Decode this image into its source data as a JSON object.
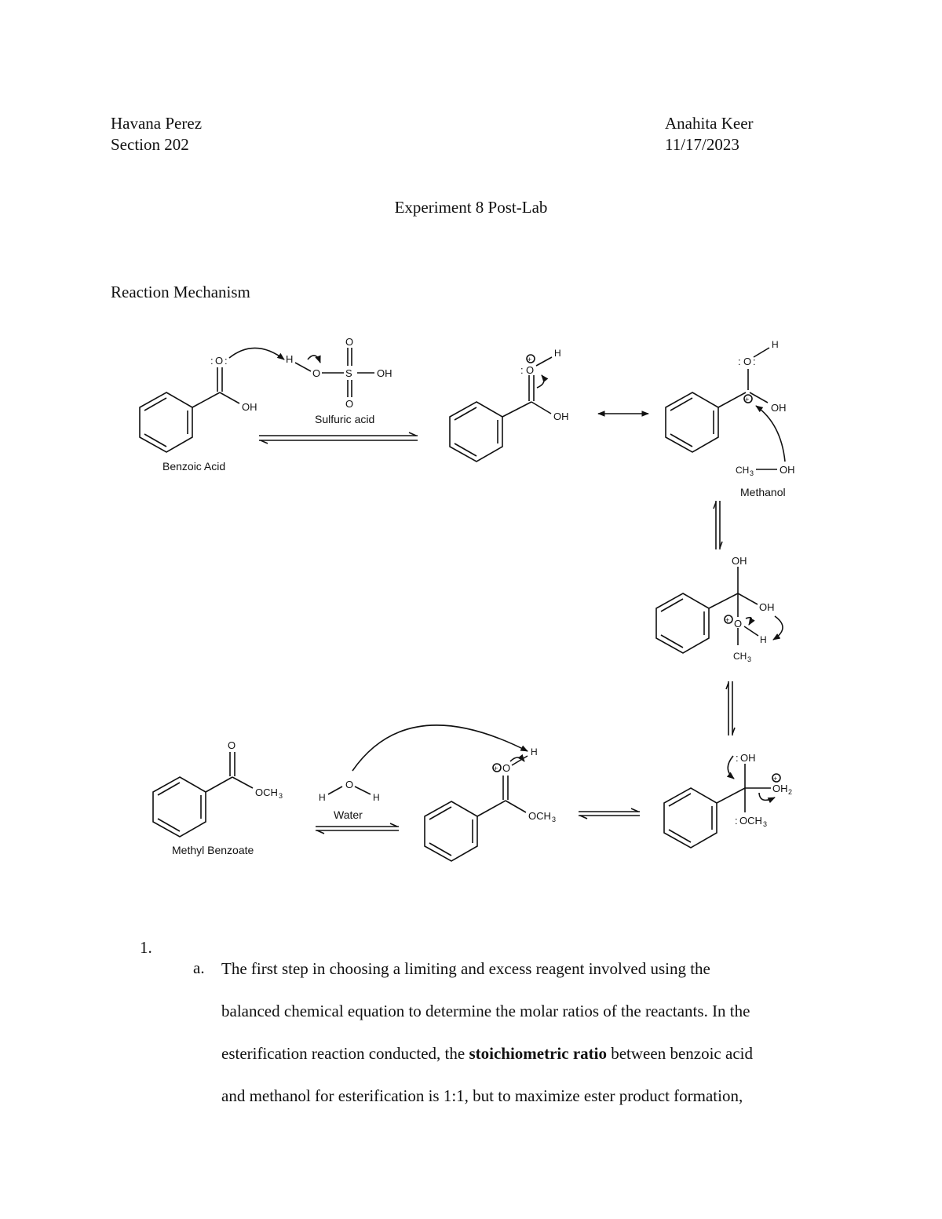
{
  "header": {
    "student_name": "Havana Perez",
    "section": "Section 202",
    "partner_name": "Anahita Keer",
    "date": "11/17/2023"
  },
  "title": "Experiment 8 Post-Lab",
  "section_heading": "Reaction Mechanism",
  "mechanism": {
    "labels": {
      "benzoic_acid": "Benzoic Acid",
      "sulfuric_acid": "Sulfuric acid",
      "methanol": "Methanol",
      "water": "Water",
      "methyl_benzoate": "Methyl Benzoate"
    },
    "atoms": {
      "O": "O",
      "OH": "OH",
      "H": "H",
      "S": "S",
      "CH3": "CH",
      "sub3": "3",
      "sub2": "2",
      "OCH3": "OCH",
      "OH2": "OH",
      "plus": "+",
      "colon": ":"
    }
  },
  "question": {
    "number": "1.",
    "letter": "a.",
    "lines": [
      {
        "pre": "The first step in choosing a limiting and excess reagent involved using the",
        "bold": "",
        "post": ""
      },
      {
        "pre": "balanced chemical equation to determine the molar ratios of the reactants. In the",
        "bold": "",
        "post": ""
      },
      {
        "pre": "esterification reaction conducted, the ",
        "bold": "stoichiometric ratio",
        "post": " between benzoic acid"
      },
      {
        "pre": "and methanol for esterification is 1:1, but to maximize ester product formation,",
        "bold": "",
        "post": ""
      }
    ]
  }
}
